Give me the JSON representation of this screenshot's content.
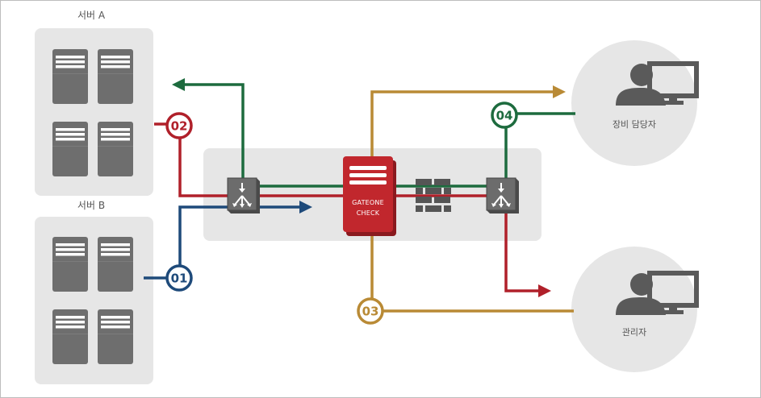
{
  "servers": {
    "a_label": "서버 A",
    "b_label": "서버 B"
  },
  "gateway": {
    "line1": "GATEONE",
    "line2": "CHECK"
  },
  "people": {
    "device_manager": "장비 담당자",
    "admin": "관리자"
  },
  "steps": {
    "s01": "01",
    "s02": "02",
    "s03": "03",
    "s04": "04"
  },
  "colors": {
    "blue": "#1e4a7a",
    "red": "#b0202a",
    "green": "#1d6b3e",
    "orange": "#b98a35",
    "server_gray": "#6e6e6e",
    "panel_gray": "#e6e6e6",
    "gateway_red": "#c1272d"
  }
}
